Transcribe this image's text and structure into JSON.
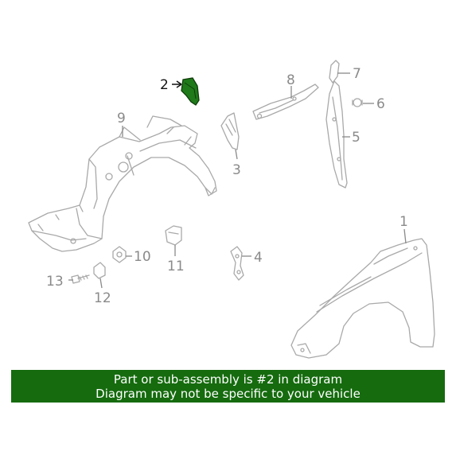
{
  "callouts": {
    "c1": "1",
    "c2": "2",
    "c3": "3",
    "c4": "4",
    "c5": "5",
    "c6": "6",
    "c7": "7",
    "c8": "8",
    "c9": "9",
    "c10": "10",
    "c11": "11",
    "c12": "12",
    "c13": "13"
  },
  "highlight": {
    "part": "2",
    "color": "#1f7a1a"
  },
  "banner": {
    "line1": "Part or sub-assembly is #2 in diagram",
    "line2": "Diagram may not be specific to your vehicle",
    "background": "#156b0e"
  }
}
